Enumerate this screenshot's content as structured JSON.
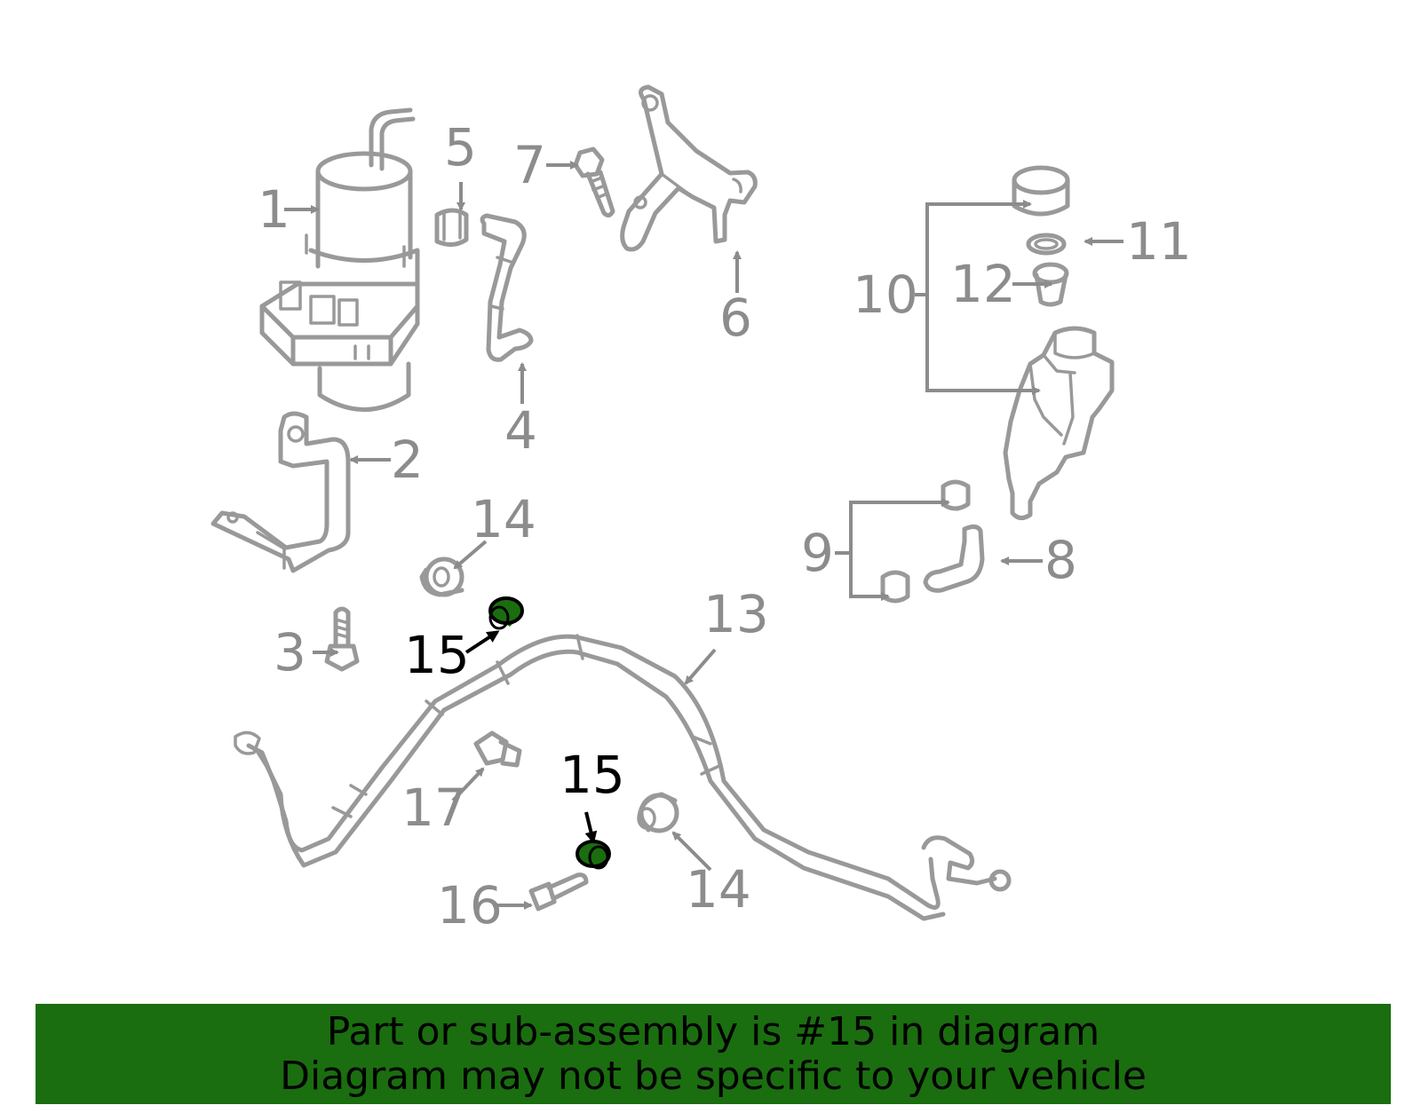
{
  "diagram": {
    "callouts": [
      {
        "id": "c1",
        "label": "1"
      },
      {
        "id": "c2",
        "label": "2"
      },
      {
        "id": "c3",
        "label": "3"
      },
      {
        "id": "c4",
        "label": "4"
      },
      {
        "id": "c5",
        "label": "5"
      },
      {
        "id": "c6",
        "label": "6"
      },
      {
        "id": "c7",
        "label": "7"
      },
      {
        "id": "c8",
        "label": "8"
      },
      {
        "id": "c9",
        "label": "9"
      },
      {
        "id": "c10",
        "label": "10"
      },
      {
        "id": "c11",
        "label": "11"
      },
      {
        "id": "c12",
        "label": "12"
      },
      {
        "id": "c13",
        "label": "13"
      },
      {
        "id": "c14a",
        "label": "14"
      },
      {
        "id": "c14b",
        "label": "14"
      },
      {
        "id": "c15a",
        "label": "15"
      },
      {
        "id": "c15b",
        "label": "15"
      },
      {
        "id": "c16",
        "label": "16"
      },
      {
        "id": "c17",
        "label": "17"
      }
    ],
    "highlight_part": "15",
    "colors": {
      "line_art": "#999999",
      "label_gray": "#8c8c8c",
      "highlight_fill": "#1a6e0f",
      "highlight_label": "#000000"
    }
  },
  "banner": {
    "line1": "Part or sub-assembly is #15 in diagram",
    "line2": "Diagram may not be specific to your vehicle",
    "background": "#1a6e0f"
  }
}
